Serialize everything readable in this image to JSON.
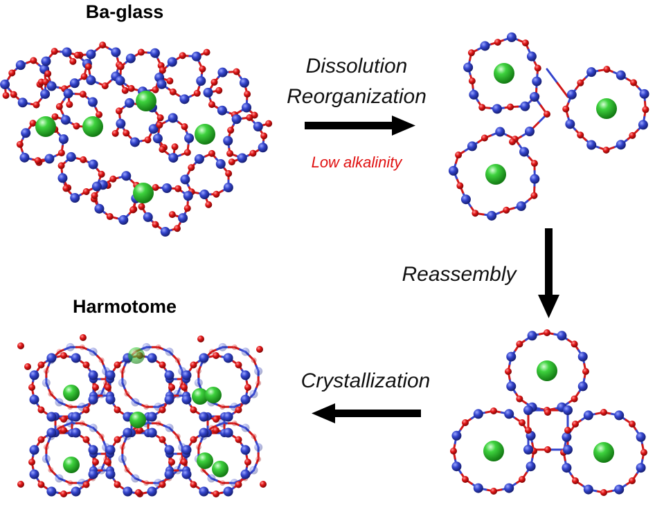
{
  "panels": {
    "glass": {
      "title": "Ba-glass"
    },
    "zeolite": {
      "title": "Harmotome"
    }
  },
  "steps": {
    "step1_line1": "Dissolution",
    "step1_line2": "Reorganization",
    "step1_condition": "Low alkalinity",
    "step2": "Reassembly",
    "step3": "Crystallization"
  },
  "colors": {
    "si_al_atom": "#2f3fc0",
    "oxygen_atom": "#e01414",
    "barium_atom": "#2cc22c",
    "condition_text": "#e01010",
    "arrow": "#000000"
  }
}
